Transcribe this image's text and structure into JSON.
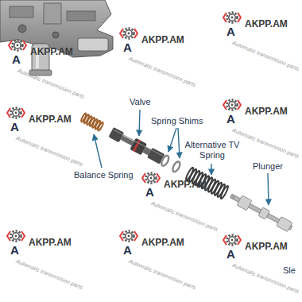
{
  "diagram": {
    "labels": [
      "Valve",
      "Spring Shims",
      "Alternative TV Spring",
      "Plunger",
      "Balance Spring",
      "Sle",
      "A",
      "AKPP.AM",
      "Automatic transmission parts",
      "A",
      "AKPP.AM",
      "Automatic transmission parts",
      "A",
      "AKPP.AM",
      "Automatic transmission parts",
      "A",
      "AKPP.AM",
      "Automatic transmission parts",
      "A",
      "AKPP.AM",
      "Automatic transmission parts",
      "A",
      "AKPP.AM",
      "Automatic transmission parts",
      "A",
      "AKPP.AM",
      "Automatic transmission parts",
      "A",
      "AKPP.AM",
      "Automatic transmission parts",
      "A",
      "AKPP.AM",
      "Automatic transmission parts"
    ]
  }
}
